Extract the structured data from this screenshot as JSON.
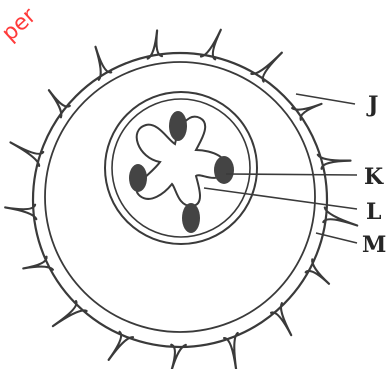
{
  "watermark": {
    "text": "per",
    "color": "#ff3a3a"
  },
  "labels": {
    "j": "J",
    "k": "K",
    "l": "L",
    "m": "M"
  },
  "colors": {
    "ink": "#3a3a3a",
    "seed_fill": "#444444",
    "label_ink": "#262626",
    "paper": "#ffffff"
  }
}
